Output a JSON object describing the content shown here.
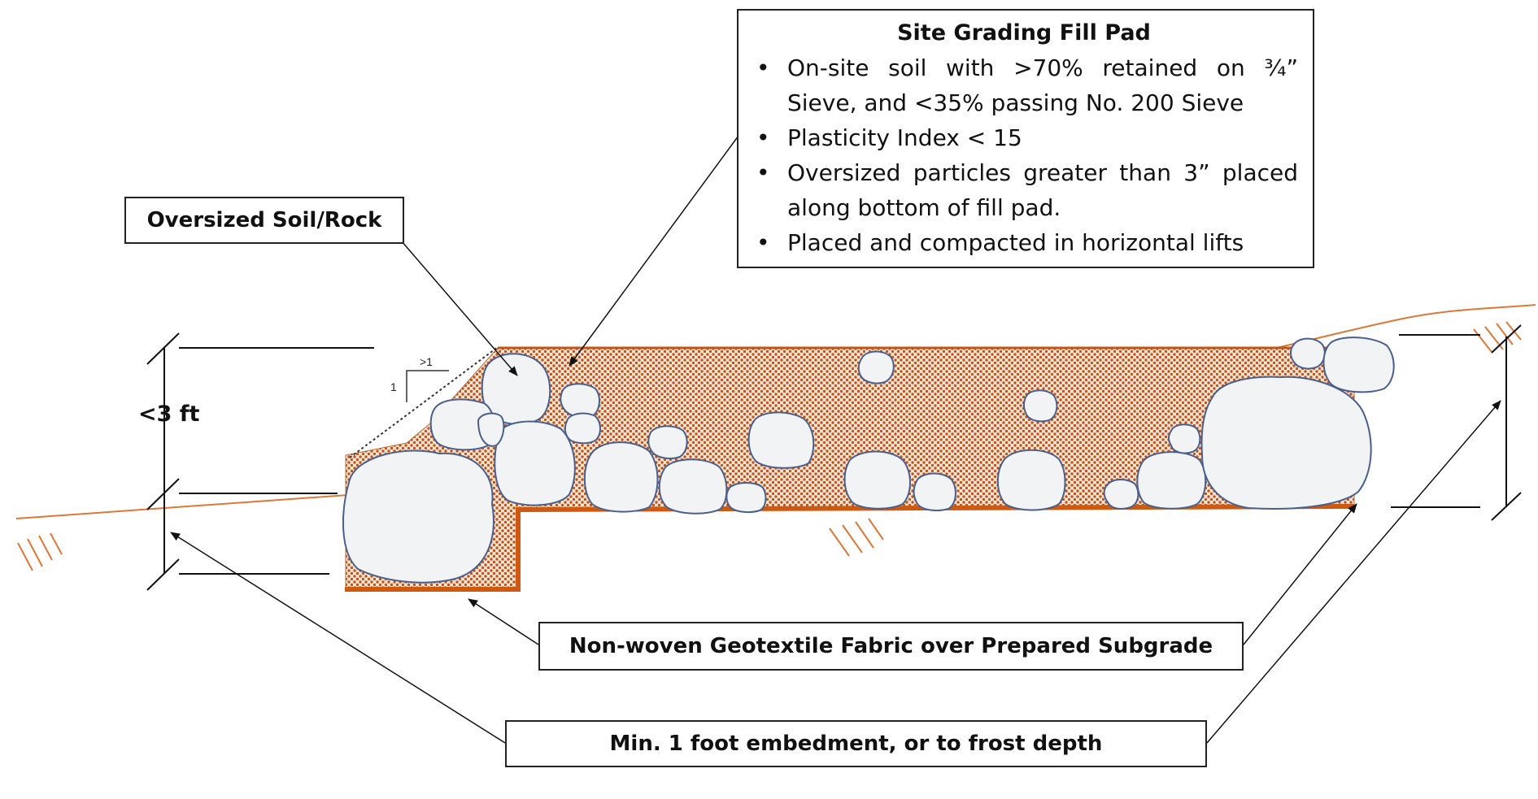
{
  "diagram": {
    "spec_box": {
      "title": "Site Grading Fill Pad",
      "bullets": [
        "On-site soil with >70% retained on ¾” Sieve, and <35% passing No. 200 Sieve",
        "Plasticity Index < 15",
        "Oversized particles greater than 3” placed along bottom of fill pad.",
        "Placed and compacted in horizontal lifts"
      ]
    },
    "oversized_label": "Oversized Soil/Rock",
    "geotextile_label": "Non-woven Geotextile Fabric over Prepared Subgrade",
    "embedment_label": "Min. 1 foot embedment, or to frost depth",
    "dimension_label": "<3 ft",
    "slope_labels": {
      "horizontal": ">1",
      "vertical": "1"
    },
    "colors": {
      "fill_dots": "#c0551a",
      "fabric_line": "#cc5a12",
      "ground_line": "#d9793a",
      "rock_outline": "#4a5f8a",
      "rock_fill": "#f2f3f5"
    }
  }
}
